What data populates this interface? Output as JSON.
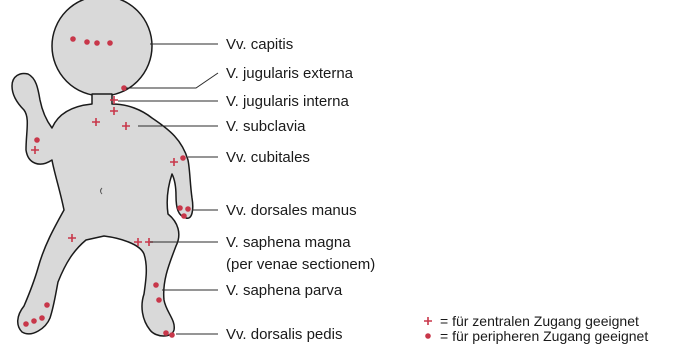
{
  "labels": {
    "vv_capitis": "Vv. capitis",
    "v_jugularis_externa": "V. jugularis externa",
    "v_jugularis_interna": "V. jugularis interna",
    "v_subclavia": "V. subclavia",
    "vv_cubitales": "Vv. cubitales",
    "vv_dorsales_manus": "Vv. dorsales manus",
    "v_saphena_magna": "V. saphena magna",
    "v_saphena_magna_note": "(per venae sectionem)",
    "v_saphena_parva": "V. saphena parva",
    "vv_dorsalis_pedis": "Vv. dorsalis pedis"
  },
  "legend": {
    "plus_symbol": "+",
    "dot_symbol": "•",
    "central": "= für zentralen Zugang geeignet",
    "peripheral": "= für peripheren Zugang geeignet"
  },
  "colors": {
    "body_fill": "#d9d9d9",
    "body_outline": "#1a1a1a",
    "marker": "#c8374a",
    "leader_line": "#2b2b2b"
  }
}
